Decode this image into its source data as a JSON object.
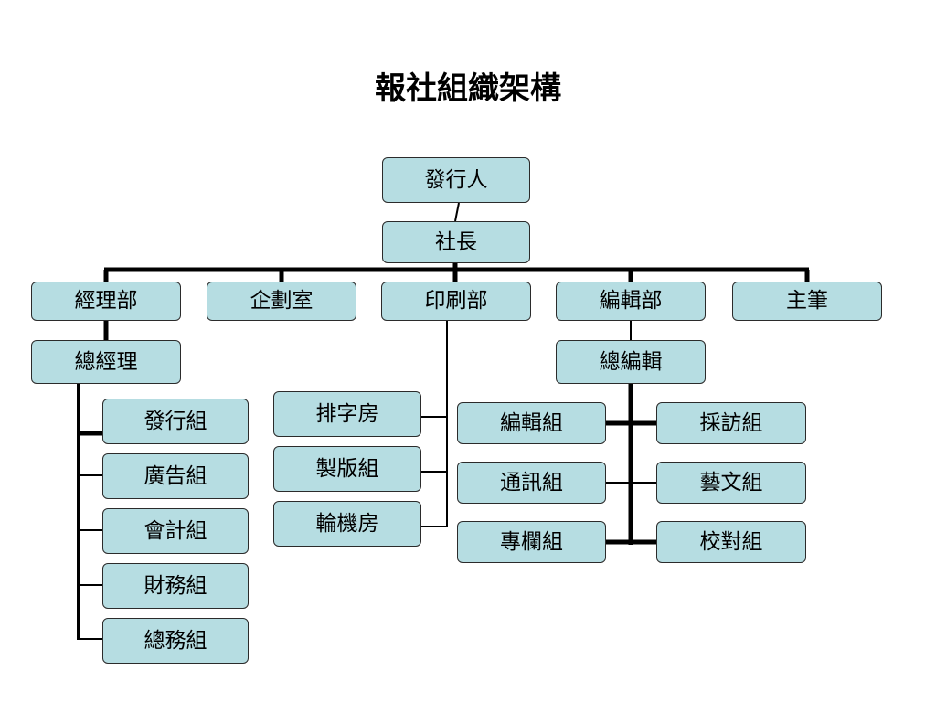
{
  "title": "報社組織架構",
  "nodes": {
    "publisher": "發行人",
    "president": "社長",
    "business": "經理部",
    "planning": "企劃室",
    "printing": "印刷部",
    "editorial": "編輯部",
    "chief_writer": "主筆",
    "general_manager": "總經理",
    "chief_editor": "總編輯",
    "distribution": "發行組",
    "advertising": "廣告組",
    "accounting": "會計組",
    "finance": "財務組",
    "general_affairs": "總務組",
    "typesetting": "排字房",
    "platemaking": "製版組",
    "press_room": "輪機房",
    "editing": "編輯組",
    "wire": "通訊組",
    "column": "專欄組",
    "reporting": "採訪組",
    "arts": "藝文組",
    "proofreading": "校對組"
  },
  "colors": {
    "box_fill": "#b6dde2",
    "box_border": "#2b2b2b",
    "line": "#000000"
  }
}
